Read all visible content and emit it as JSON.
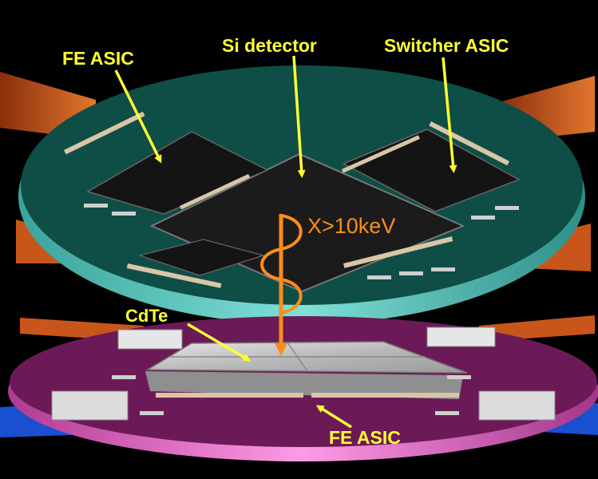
{
  "labels": {
    "fe_asic_top": "FE ASIC",
    "si_detector": "Si detector",
    "switcher_asic": "Switcher ASIC",
    "xray": "X>10keV",
    "cdte": "CdTe",
    "fe_asic_bottom": "FE ASIC"
  },
  "colors": {
    "background": "#000000",
    "label_yellow": "#ffff33",
    "xray_orange": "#ff8c1a",
    "top_board": "#0e4e47",
    "top_board_rim": "#57c9c0",
    "bottom_board": "#6b1a57",
    "bottom_board_rim": "#e85fc4",
    "chip": "#151515",
    "cdte": "#c8c8c8",
    "flex_cable": "#c8561a",
    "flex_blue": "#1a4fd0"
  }
}
